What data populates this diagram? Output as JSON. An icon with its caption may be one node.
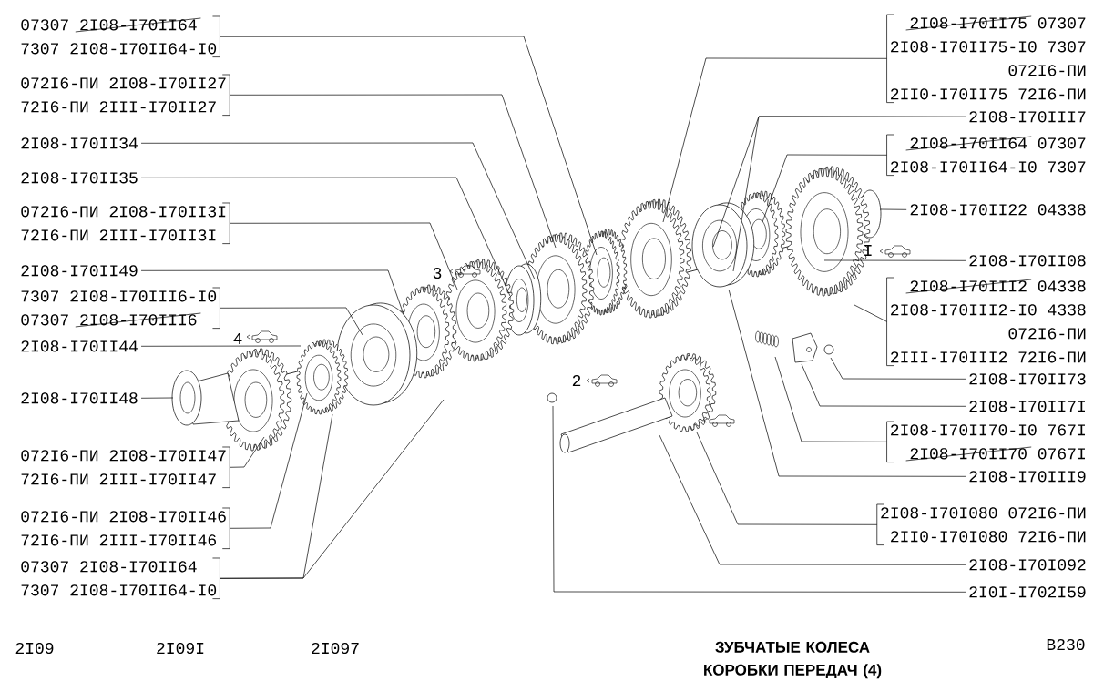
{
  "diagram": {
    "title": "ЗУБЧАТЫЕ КОЛЕСА КОРОБКИ ПЕРЕДАЧ (4)",
    "nodes": [
      {
        "text": [
          "07307 2I08-I70II64",
          "7307 2I08-I70II64-I0"
        ]
      },
      {
        "text": [
          "072I6-ПИ 2I08-I70II27",
          "72I6-ПИ 2III-I70II27"
        ]
      },
      {
        "text": [
          "2I08-I70II34"
        ]
      },
      {
        "text": [
          "2I08-I70II35"
        ]
      },
      {
        "text": [
          "072I6-ПИ 2I08-I70II3I",
          "72I6-ПИ 2III-I70II3I"
        ]
      },
      {
        "text": [
          "2I08-I70II49"
        ]
      },
      {
        "text": [
          "7307 2I08-I70III6-I0",
          "07307 2I08-I70III6"
        ]
      },
      {
        "text": [
          "2I08-I70II44"
        ]
      },
      {
        "text": [
          "2I08-I70II48"
        ]
      },
      {
        "text": [
          "072I6-ПИ 2I08-I70II47",
          "72I6-ПИ 2III-I70II47"
        ]
      },
      {
        "text": [
          "072I6-ПИ 2I08-I70II46",
          "72I6-ПИ 2III-I70II46"
        ]
      },
      {
        "text": [
          "07307 2I08-I70II64",
          "7307 2I08-I70II64-I0"
        ]
      },
      {
        "text": [
          "2I08-I70II75 07307",
          "2I08-I70II75-I0 7307",
          "072I6-ПИ",
          "2II0-I70II75 72I6-ПИ"
        ]
      },
      {
        "text": [
          "2I08-I70III7"
        ]
      },
      {
        "text": [
          "2I08-I70II64 07307",
          "2I08-I70II64-I0 7307"
        ]
      },
      {
        "text": [
          "2I08-I70II22 04338"
        ]
      },
      {
        "text": [
          "2I08-I70II08"
        ]
      },
      {
        "text": [
          "2I08-I70III2 04338",
          "2I08-I70III2-I0 4338",
          "072I6-ПИ",
          "2III-I70III2 72I6-ПИ"
        ]
      },
      {
        "text": [
          "2I08-I70II73"
        ]
      },
      {
        "text": [
          "2I08-I70II7I"
        ]
      },
      {
        "text": [
          "2I08-I70II70-I0 767I",
          "2I08-I70II70 0767I"
        ]
      },
      {
        "text": [
          "2I08-I70III9"
        ]
      },
      {
        "text": [
          "2I08-I70I080 072I6-ПИ",
          "2II0-I70I080 72I6-ПИ"
        ]
      },
      {
        "text": [
          "2I08-I70I092"
        ]
      },
      {
        "text": [
          "2I0I-I702I59"
        ]
      }
    ],
    "edges": [
      {
        "from": 0,
        "to": null,
        "arrow": "none"
      },
      {
        "from": 1,
        "to": null,
        "arrow": "none"
      },
      {
        "from": 2,
        "to": null,
        "arrow": "none"
      },
      {
        "from": 3,
        "to": null,
        "arrow": "none"
      },
      {
        "from": 4,
        "to": null,
        "arrow": "none"
      },
      {
        "from": 5,
        "to": null,
        "arrow": "none"
      },
      {
        "from": 6,
        "to": null,
        "arrow": "none"
      },
      {
        "from": 7,
        "to": null,
        "arrow": "none"
      },
      {
        "from": 8,
        "to": null,
        "arrow": "none"
      },
      {
        "from": 9,
        "to": null,
        "arrow": "none"
      },
      {
        "from": 10,
        "to": null,
        "arrow": "none"
      },
      {
        "from": 11,
        "to": null,
        "arrow": "none"
      },
      {
        "from": 11,
        "to": null,
        "arrow": "none"
      },
      {
        "from": 12,
        "to": null,
        "arrow": "none"
      },
      {
        "from": 13,
        "to": null,
        "arrow": "none"
      },
      {
        "from": 13,
        "to": null,
        "arrow": "none"
      },
      {
        "from": 14,
        "to": null,
        "arrow": "none"
      },
      {
        "from": 15,
        "to": null,
        "arrow": "none"
      },
      {
        "from": 16,
        "to": null,
        "arrow": "none"
      },
      {
        "from": 17,
        "to": null,
        "arrow": "none"
      },
      {
        "from": 18,
        "to": null,
        "arrow": "none"
      },
      {
        "from": 19,
        "to": null,
        "arrow": "none"
      },
      {
        "from": 20,
        "to": null,
        "arrow": "none"
      },
      {
        "from": 21,
        "to": null,
        "arrow": "none"
      },
      {
        "from": 22,
        "to": null,
        "arrow": "none"
      },
      {
        "from": 23,
        "to": null,
        "arrow": "none"
      },
      {
        "from": 24,
        "to": null,
        "arrow": "none"
      }
    ],
    "labels": [
      "I",
      "3",
      "4",
      "2",
      "2I09",
      "2I09I",
      "2I097",
      "B230"
    ]
  }
}
